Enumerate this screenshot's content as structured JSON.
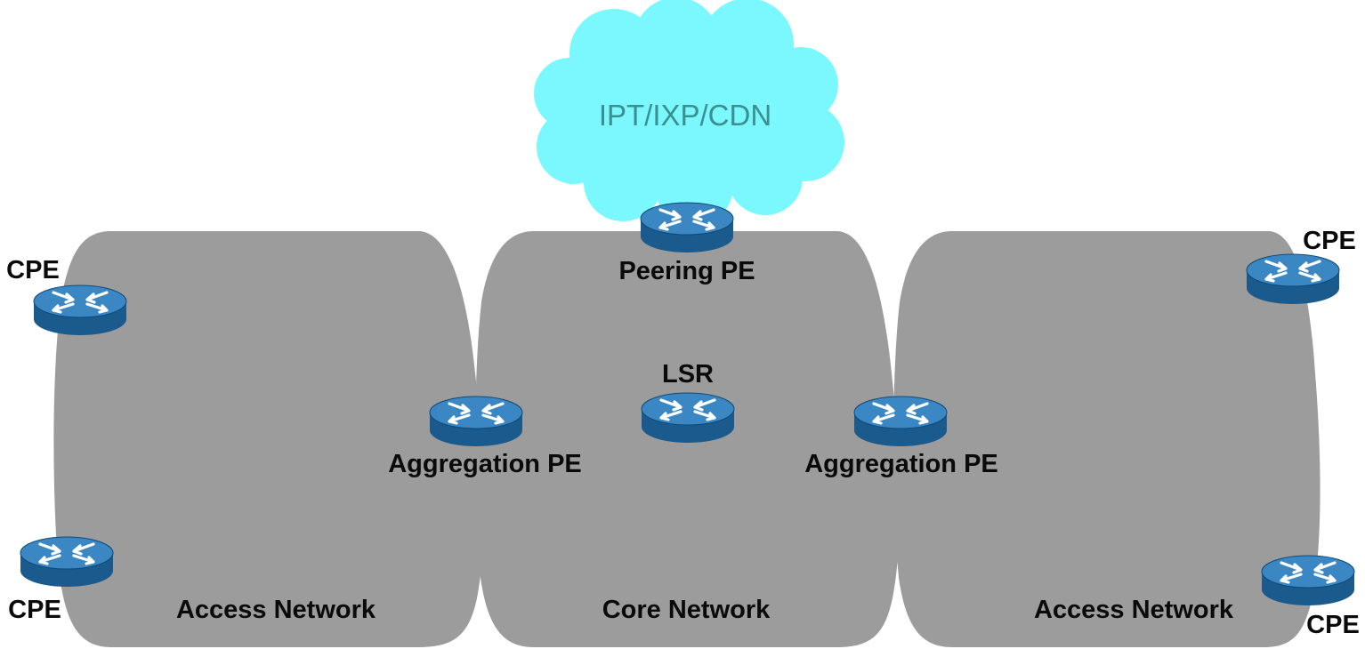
{
  "colors": {
    "segment_fill": "#9c9c9c",
    "cloud_fill": "#7af8fd",
    "router_top": "#3a87c3",
    "router_side": "#1a5a8d",
    "router_rim": "#0f4a77",
    "router_arrow": "#ffffff",
    "label_text": "#0a0a0a",
    "cloud_text": "#3d8f8f"
  },
  "router_icon": "router-icon",
  "cloud": {
    "label": "IPT/IXP/CDN",
    "icon": "cloud-icon"
  },
  "segments": [
    {
      "id": "access-left",
      "label": "Access Network"
    },
    {
      "id": "core",
      "label": "Core Network"
    },
    {
      "id": "access-right",
      "label": "Access Network"
    }
  ],
  "nodes": {
    "cpe_left_top": "CPE",
    "cpe_left_bottom": "CPE",
    "cpe_right_top": "CPE",
    "cpe_right_bottom": "CPE",
    "aggregation_pe_left": "Aggregation PE",
    "aggregation_pe_right": "Aggregation PE",
    "peering_pe": "Peering PE",
    "lsr": "LSR"
  }
}
